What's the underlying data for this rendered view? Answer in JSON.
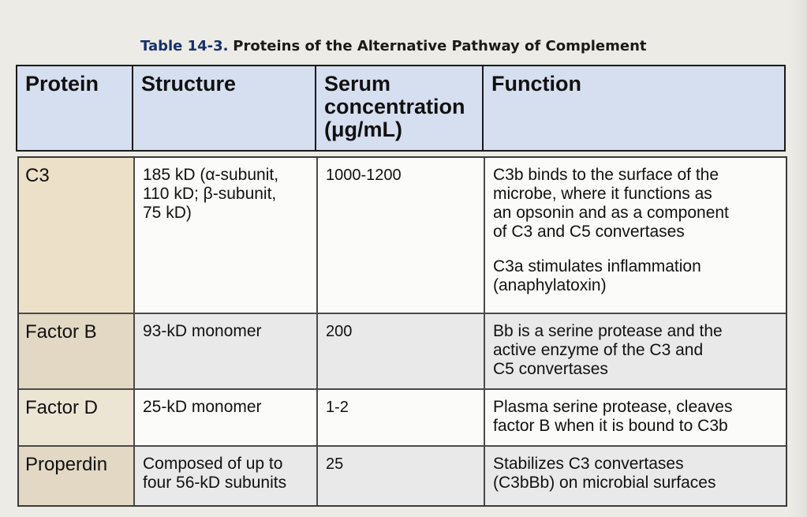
{
  "caption": {
    "number": "Table 14-3.",
    "title": "Proteins of the Alternative Pathway of Complement"
  },
  "headers": {
    "protein": "Protein",
    "structure": "Structure",
    "serum_line1": "Serum",
    "serum_line2": "concentration",
    "serum_line3": "(μg/mL)",
    "function": "Function"
  },
  "rows": [
    {
      "protein": "C3",
      "structure": [
        "185 kD (α-subunit,",
        "110 kD; β-subunit,",
        "75 kD)"
      ],
      "serum": "1000-1200",
      "function": [
        [
          "C3b binds to the surface of the",
          "microbe, where it functions as",
          "an opsonin and as a component",
          "of C3 and C5 convertases"
        ],
        [
          "C3a stimulates inflammation",
          "(anaphylatoxin)"
        ]
      ]
    },
    {
      "protein": "Factor B",
      "structure": [
        "93-kD monomer"
      ],
      "serum": "200",
      "function": [
        [
          "Bb is a serine protease and the",
          "active enzyme of the C3 and",
          "C5 convertases"
        ]
      ]
    },
    {
      "protein": "Factor D",
      "structure": [
        "25-kD monomer"
      ],
      "serum": "1-2",
      "function": [
        [
          "Plasma serine protease, cleaves",
          "factor B when it is bound to C3b"
        ]
      ]
    },
    {
      "protein": "Properdin",
      "structure": [
        "Composed of up to",
        "four 56-kD subunits"
      ],
      "serum": "25",
      "function": [
        [
          "Stabilizes C3 convertases",
          "(C3bBb) on microbial surfaces"
        ]
      ]
    }
  ],
  "colors": {
    "header_bg": "#d6dff0",
    "protein_col_bg": "#ece0c8",
    "table_number": "#17306a"
  }
}
